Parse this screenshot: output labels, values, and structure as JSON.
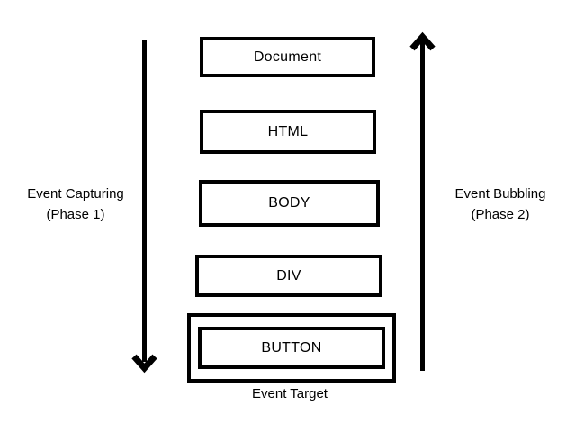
{
  "diagram": {
    "type": "dom-event-flow",
    "colors": {
      "background": "#ffffff",
      "stroke": "#000000",
      "text": "#000000"
    },
    "nodes": [
      {
        "label": "Document"
      },
      {
        "label": "HTML"
      },
      {
        "label": "BODY"
      },
      {
        "label": "DIV"
      },
      {
        "label": "BUTTON",
        "is_event_target": true
      }
    ],
    "labels": {
      "capturing": {
        "line1": "Event Capturing",
        "line2": "(Phase 1)"
      },
      "bubbling": {
        "line1": "Event Bubbling",
        "line2": "(Phase 2)"
      },
      "target_caption": "Event Target"
    },
    "arrows": [
      {
        "name": "capturing-arrow",
        "direction": "down",
        "side": "left"
      },
      {
        "name": "bubbling-arrow",
        "direction": "up",
        "side": "right"
      }
    ]
  }
}
